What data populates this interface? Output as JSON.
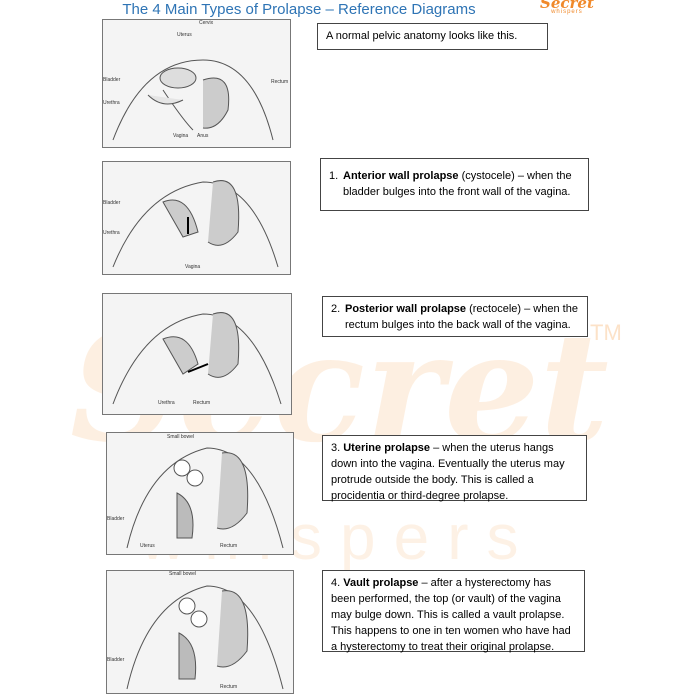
{
  "title": "The 4 Main Types of Prolapse – Reference Diagrams",
  "logo": {
    "line1": "Secret",
    "line2": "whispers",
    "tm": "TM"
  },
  "accent_color": "#2e74b5",
  "brand_color": "#f0892a",
  "figures": [
    {
      "labels": [
        "Cervix",
        "Uterus",
        "Bladder",
        "Rectum",
        "Urethra",
        "Vagina",
        "Anus"
      ]
    },
    {
      "labels": [
        "Bladder",
        "Urethra",
        "Vagina"
      ]
    },
    {
      "labels": [
        "Urethra",
        "Rectum"
      ]
    },
    {
      "labels": [
        "Small bowel",
        "Bladder",
        "Uterus",
        "Rectum"
      ]
    },
    {
      "labels": [
        "Small bowel",
        "Bladder",
        "Rectum"
      ]
    }
  ],
  "captions": {
    "normal": "A normal pelvic anatomy looks like this.",
    "anterior": {
      "num": "1.",
      "bold": "Anterior wall prolapse",
      "rest": " (cystocele) – when the",
      "line2": "bladder bulges into the front wall of the vagina."
    },
    "posterior": {
      "num": "2.",
      "bold": "Posterior wall prolapse",
      "rest": " (rectocele) – when the",
      "line2": "rectum bulges into the back wall of the vagina."
    },
    "uterine": {
      "num": "3. ",
      "bold": "Uterine prolapse",
      "rest": " – when the uterus hangs down into the vagina. Eventually the uterus may protrude outside the body. This is called a procidentia or third-degree prolapse."
    },
    "vault": {
      "num": "4. ",
      "bold": "Vault prolapse",
      "rest": " – after a hysterectomy has been performed, the top (or vault) of the vagina may bulge down. This is called a vault prolapse. This happens to one in ten women who have had a hysterectomy to treat their original prolapse."
    }
  }
}
